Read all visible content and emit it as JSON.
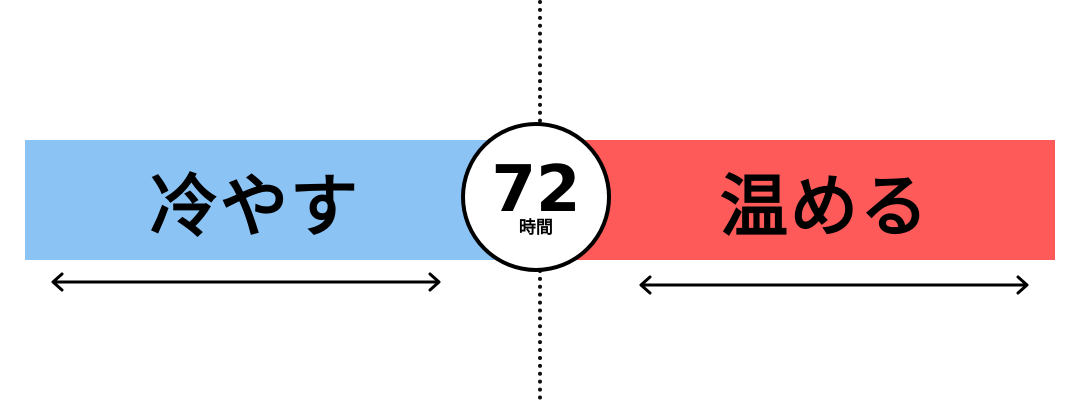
{
  "colors": {
    "cool": "#8CC3F5",
    "warm": "#FF5A5A",
    "ink": "#000000"
  },
  "left": {
    "label": "冷やす"
  },
  "right": {
    "label": "温める"
  },
  "center": {
    "value": "72",
    "unit": "時間"
  }
}
